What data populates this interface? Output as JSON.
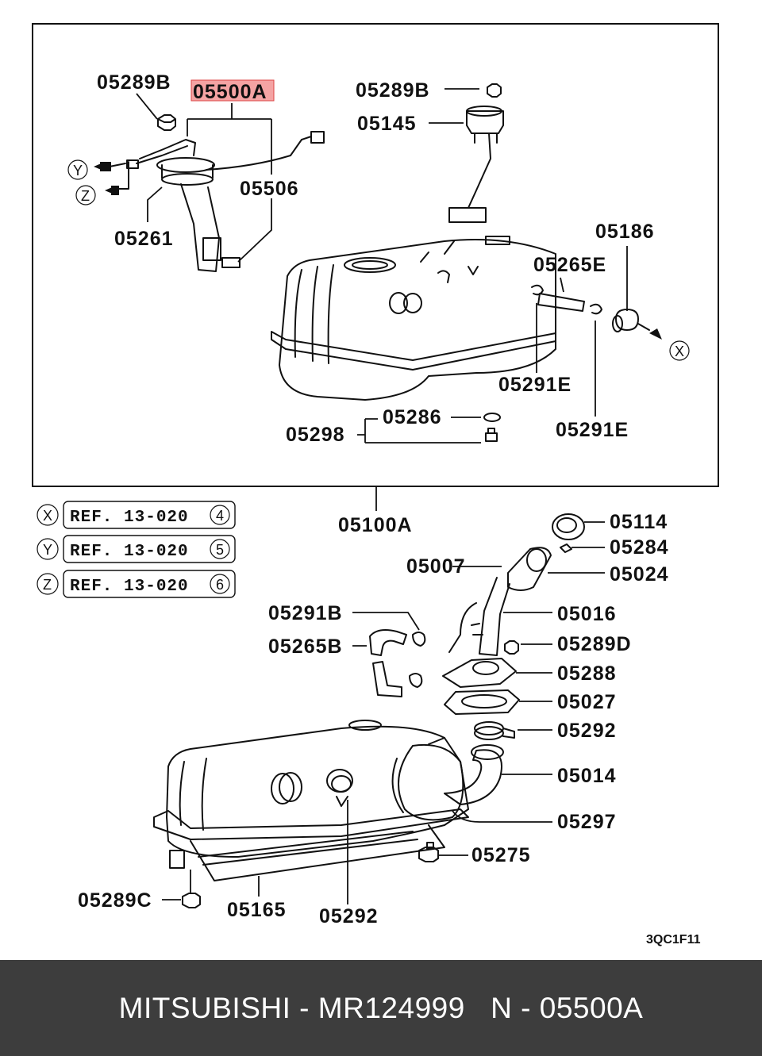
{
  "diagram": {
    "highlight_label": "05500A",
    "labels": {
      "l_05289B_a": "05289B",
      "l_05289B_b": "05289B",
      "l_05145": "05145",
      "l_05506": "05506",
      "l_05261": "05261",
      "l_05186": "05186",
      "l_05265E": "05265E",
      "l_05291E_a": "05291E",
      "l_05291E_b": "05291E",
      "l_05286": "05286",
      "l_05298": "05298",
      "l_05100A": "05100A",
      "l_05114": "05114",
      "l_05284": "05284",
      "l_05007": "05007",
      "l_05024": "05024",
      "l_05016": "05016",
      "l_05291B": "05291B",
      "l_05265B": "05265B",
      "l_05289D": "05289D",
      "l_05288": "05288",
      "l_05027": "05027",
      "l_05292_a": "05292",
      "l_05014": "05014",
      "l_05297": "05297",
      "l_05275": "05275",
      "l_05289C": "05289C",
      "l_05165": "05165",
      "l_05292_b": "05292"
    },
    "arrow_markers": {
      "x": "X",
      "y": "Y",
      "z": "Z"
    },
    "references": [
      {
        "marker": "X",
        "text": "REF. 13-020",
        "num": "4"
      },
      {
        "marker": "Y",
        "text": "REF. 13-020",
        "num": "5"
      },
      {
        "marker": "Z",
        "text": "REF. 13-020",
        "num": "6"
      }
    ],
    "figure_code": "3QC1F11"
  },
  "footer": {
    "brand": "MITSUBISHI",
    "part_number": "MR124999",
    "ref": "N - 05500A"
  },
  "colors": {
    "highlight": "#f4a3a3",
    "footer_bg": "#3d3d3d",
    "footer_text": "#ffffff"
  }
}
